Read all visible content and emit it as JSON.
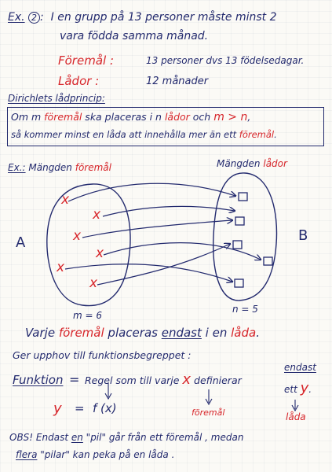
{
  "header": {
    "ex_label": "Ex.",
    "ex_number": "2",
    "ex_suffix": ":",
    "line1": "I en grupp på 13 personer måste minst 2",
    "line2": "vara födda samma månad."
  },
  "definitions": {
    "foremal_label": "Föremål :",
    "foremal_value": "13 personer dvs 13 födelsedagar.",
    "lador_label": "Lådor :",
    "lador_value": "12 månader"
  },
  "principle": {
    "title": "Dirichlets lådprincip:",
    "p1": "Om m ",
    "p_foremal": "föremål",
    "p2": " ska placeras i n ",
    "p_lador": "lådor",
    "p3": " och ",
    "p_cond": "m > n",
    "p4": ",",
    "line2a": "så kommer minst en låda att innehålla mer än ett ",
    "line2b": "föremål",
    "line2c": "."
  },
  "example": {
    "ex_label": "Ex.:",
    "left_title_a": "Mängden ",
    "left_title_b": "föremål",
    "right_title_a": "Mängden ",
    "right_title_b": "lådor",
    "set_a": "A",
    "set_b": "B",
    "m_label": "m = 6",
    "n_label": "n = 5",
    "marks": [
      "x",
      "x",
      "x",
      "x",
      "x",
      "x"
    ]
  },
  "conclusion": {
    "c1": "Varje ",
    "c_foremal": "föremål",
    "c2": " placeras ",
    "c_endast": "endast",
    "c3": " i en ",
    "c_lada": "låda",
    "c4": "."
  },
  "function_part": {
    "intro": "Ger upphov till funktionsbegreppet :",
    "funktion": "Funktion",
    "eq": "=",
    "rule_a": "Regel som till varje ",
    "rule_x": "x",
    "rule_b": " definierar",
    "endast": "endast",
    "ett": "ett",
    "ett_y": "y",
    "ett_dot": ".",
    "y": "y",
    "equals": "=",
    "fx": "f (x)",
    "foremal": "föremål",
    "lada": "låda"
  },
  "obs": {
    "obs_label": "OBS!",
    "o1": " Endast ",
    "o_en": "en",
    "o2": " \"pil\" går från ett föremål , medan",
    "o_flera": "flera",
    "o3": " \"pilar\" kan peka på en låda ."
  },
  "colors": {
    "ink": "#232a6e",
    "accent_red": "#d7262b"
  }
}
